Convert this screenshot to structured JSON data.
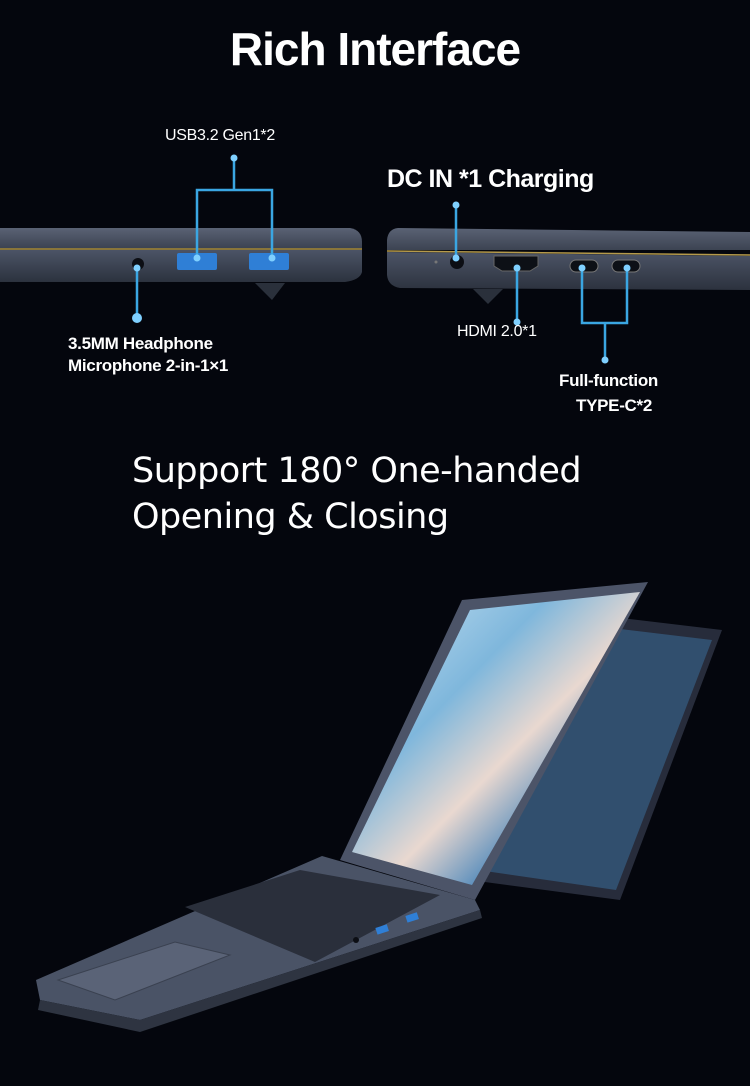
{
  "title": "Rich Interface",
  "ports": {
    "usb": "USB3.2 Gen1*2",
    "dc_in": "DC IN *1 Charging",
    "headphone_line1": "3.5MM Headphone",
    "headphone_line2": "Microphone 2-in-1×1",
    "hdmi": "HDMI 2.0*1",
    "typec_line1": "Full-function",
    "typec_line2": "TYPE-C*2"
  },
  "feature": {
    "line1": "Support 180° One-handed",
    "line2": "Opening & Closing"
  },
  "colors": {
    "background": "#04060d",
    "callout": "#3aa6e2",
    "chassis": "#4a5263",
    "usb_port": "#2f7fd6"
  }
}
